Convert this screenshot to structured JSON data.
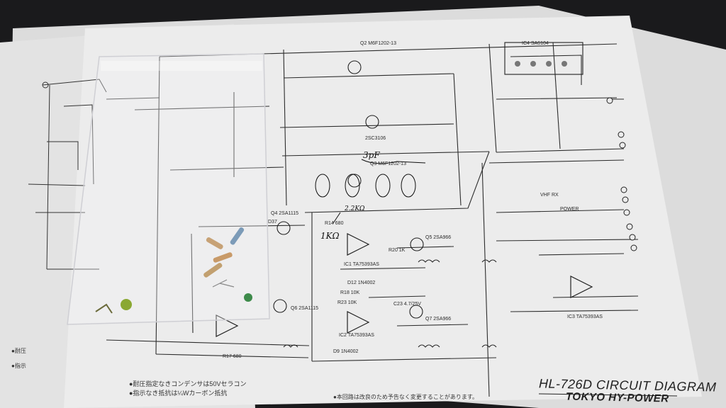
{
  "diagram": {
    "title": "HL-726D CIRCUIT DIAGRAM",
    "maker": "TOKYO HY-POWER",
    "notes": [
      "●耐圧指定なきコンデンサは50Vセラコン",
      "●指示なき抵抗は¼Wカーボン抵抗",
      "●本回路は改良のため予告なく変更することがあります。"
    ],
    "left_sheet_notes": [
      "●耐压",
      "●指示"
    ],
    "parts": {
      "q2": "Q2 M6F1202-13",
      "q3": "Q3 M6F1202-13",
      "q4": "Q4 2SA1115",
      "q5": "Q5 2SA966",
      "q6": "Q6 2SA1115",
      "q7": "Q7 2SA966",
      "q1": "2SC3106",
      "ic1": "IC1 TA75393AS",
      "ic2": "IC2 TA75393AS",
      "ic3": "IC3 TA75393AS",
      "ic4": "IC4 SA6104",
      "d12": "D12 1N4002",
      "d9": "D9 1N4002",
      "r14": "R14 680",
      "r17": "R17 680",
      "r23": "R23 10K",
      "r18": "R18 10K",
      "r20": "R20 1K",
      "c23": "C23 4.7/25V",
      "d37": "D37",
      "power": "POWER",
      "vhf": "VHF RX"
    },
    "handwritten": {
      "cap": "3pF",
      "res": "1KΩ",
      "res2": "2.2KΩ"
    }
  }
}
